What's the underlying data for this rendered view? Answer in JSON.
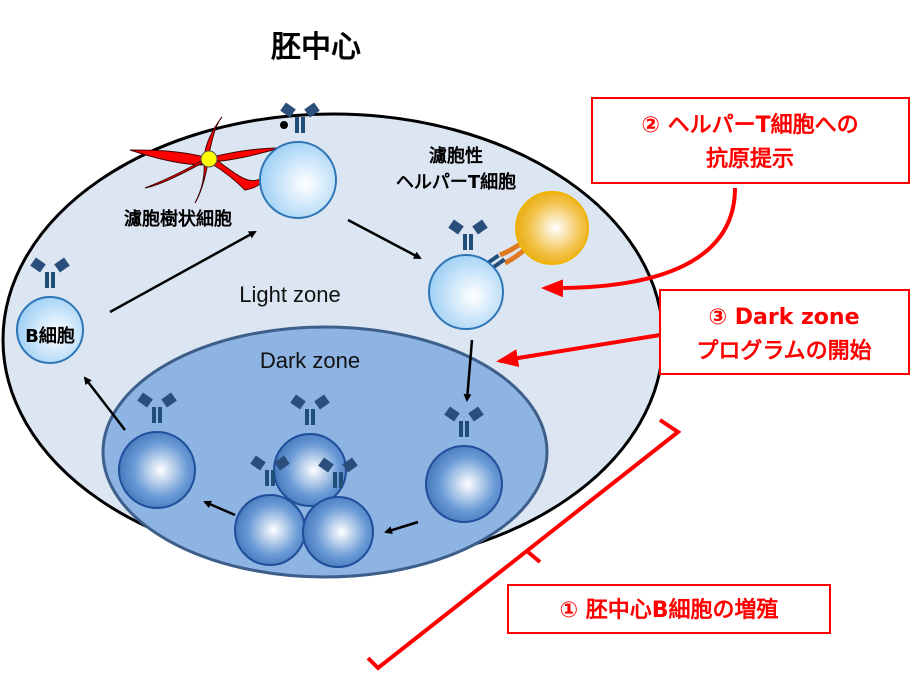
{
  "title": "胚中心",
  "zones": {
    "light": "Light zone",
    "dark": "Dark zone"
  },
  "cells": {
    "b_cell": "B細胞",
    "fdc": "濾胞樹状細胞",
    "tfh_line1": "濾胞性",
    "tfh_line2": "ヘルパーT細胞"
  },
  "callouts": {
    "step2_line1": "② ヘルパーT細胞への",
    "step2_line2": "抗原提示",
    "step3_line1": "③ Dark zone",
    "step3_line2": "プログラムの開始",
    "step1": "① 胚中心B細胞の増殖"
  },
  "colors": {
    "accent": "#ff0000",
    "light_zone": "#dce6f2",
    "dark_zone": "#8eb4e3"
  }
}
